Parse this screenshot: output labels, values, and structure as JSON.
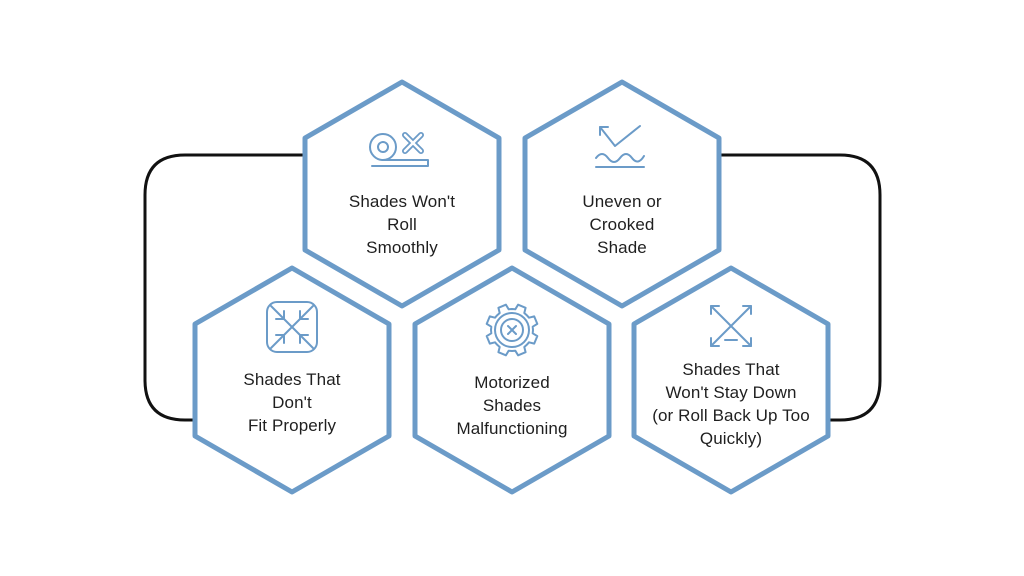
{
  "colors": {
    "hex_stroke": "#6b9bc8",
    "hex_fill": "#ffffff",
    "icon_stroke": "#6b9bc8",
    "connector": "#111111",
    "text": "#1f1f1f"
  },
  "hexagons": [
    {
      "id": "roll",
      "icon": "roll-x-icon",
      "lines": [
        "Shades Won't",
        "Roll",
        "Smoothly"
      ]
    },
    {
      "id": "uneven",
      "icon": "uneven-check-icon",
      "lines": [
        "Uneven or",
        "Crooked",
        "Shade"
      ]
    },
    {
      "id": "fit",
      "icon": "shrink-arrows-icon",
      "lines": [
        "Shades That",
        "Don't",
        "Fit Properly"
      ]
    },
    {
      "id": "motor",
      "icon": "gear-x-icon",
      "lines": [
        "Motorized",
        "Shades",
        "Malfunctioning"
      ]
    },
    {
      "id": "stay",
      "icon": "expand-arrows-icon",
      "lines": [
        "Shades That",
        "Won't Stay Down",
        "(or Roll Back Up Too",
        "Quickly)"
      ]
    }
  ]
}
